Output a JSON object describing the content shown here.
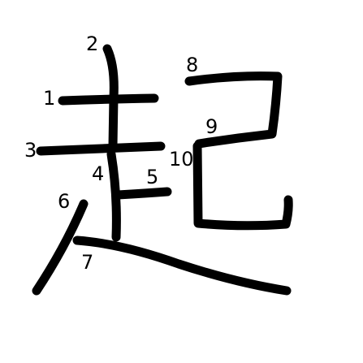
{
  "character": "起",
  "stroke_numbers": [
    "1",
    "2",
    "3",
    "4",
    "5",
    "6",
    "7",
    "8",
    "9",
    "10"
  ],
  "colors": {
    "stroke": "#000000",
    "background": "#ffffff"
  }
}
